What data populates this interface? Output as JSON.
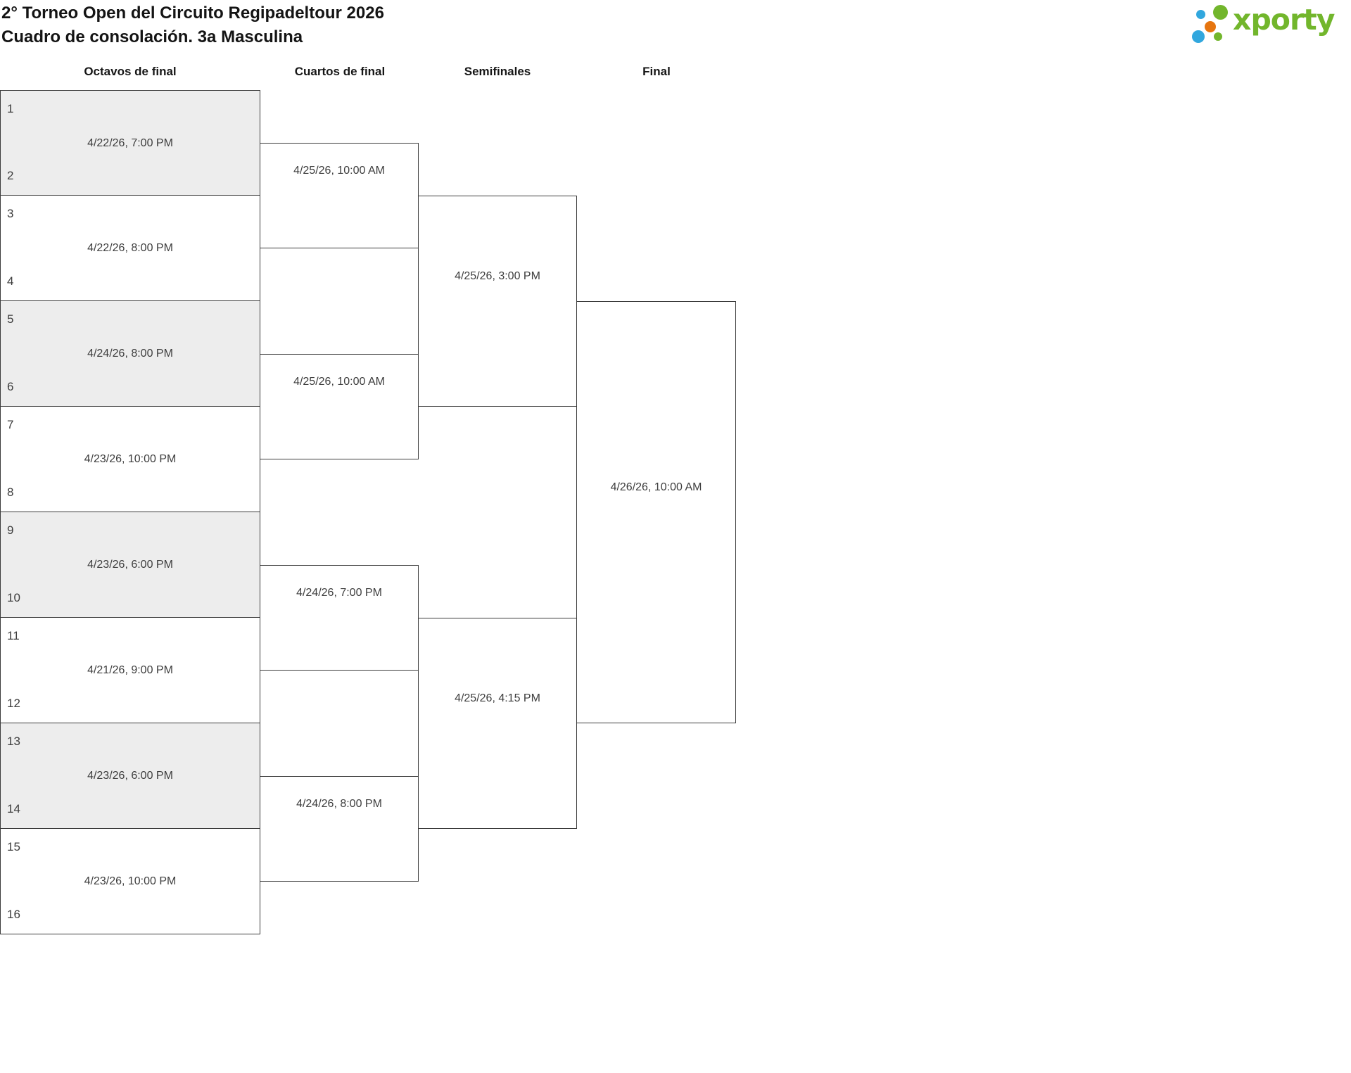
{
  "header": {
    "title_line1": "2° Torneo Open del Circuito Regipadeltour 2026",
    "title_line2": "Cuadro de consolación. 3a Masculina"
  },
  "logo": {
    "wordmark": "xporty",
    "green": "#72B62C",
    "blue": "#31A7DE",
    "orange": "#E6750F",
    "dot_colors": [
      "#31A7DE",
      "#72B62C",
      "#E6750F",
      "#31A7DE",
      "#72B62C"
    ]
  },
  "colors": {
    "shaded_box": "#ededed",
    "box_border": "#3b3b3b",
    "text": "#3d3d3d"
  },
  "bracket": {
    "rounds": [
      {
        "name": "Octavos de final",
        "matches": [
          {
            "seed_top": "1",
            "seed_bottom": "2",
            "date": "4/22/26, 7:00 PM"
          },
          {
            "seed_top": "3",
            "seed_bottom": "4",
            "date": "4/22/26, 8:00 PM"
          },
          {
            "seed_top": "5",
            "seed_bottom": "6",
            "date": "4/24/26, 8:00 PM"
          },
          {
            "seed_top": "7",
            "seed_bottom": "8",
            "date": "4/23/26, 10:00 PM"
          },
          {
            "seed_top": "9",
            "seed_bottom": "10",
            "date": "4/23/26, 6:00 PM"
          },
          {
            "seed_top": "11",
            "seed_bottom": "12",
            "date": "4/21/26, 9:00 PM"
          },
          {
            "seed_top": "13",
            "seed_bottom": "14",
            "date": "4/23/26, 6:00 PM"
          },
          {
            "seed_top": "15",
            "seed_bottom": "16",
            "date": "4/23/26, 10:00 PM"
          }
        ]
      },
      {
        "name": "Cuartos de final",
        "matches": [
          {
            "date": "4/25/26, 10:00 AM"
          },
          {
            "date": "4/25/26, 10:00 AM"
          },
          {
            "date": "4/24/26, 7:00 PM"
          },
          {
            "date": "4/24/26, 8:00 PM"
          }
        ]
      },
      {
        "name": "Semifinales",
        "matches": [
          {
            "date": "4/25/26, 3:00 PM"
          },
          {
            "date": "4/25/26, 4:15 PM"
          }
        ]
      },
      {
        "name": "Final",
        "matches": [
          {
            "date": "4/26/26, 10:00 AM"
          }
        ]
      }
    ]
  }
}
